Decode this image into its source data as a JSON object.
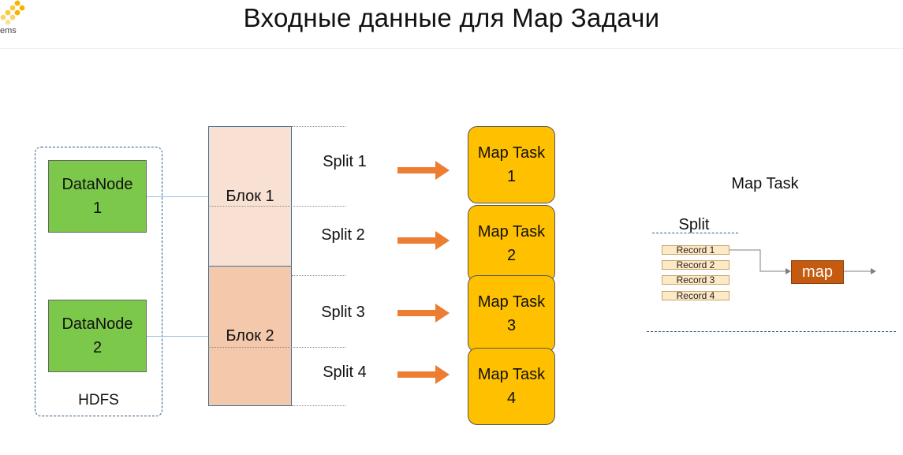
{
  "header": {
    "title": "Входные данные для Map Задачи",
    "logo_text": "ems",
    "logo_color": "#f4b400"
  },
  "hdfs": {
    "label": "HDFS",
    "datanodes": [
      {
        "line1": "DataNode",
        "line2": "1"
      },
      {
        "line1": "DataNode",
        "line2": "2"
      }
    ]
  },
  "blocks": [
    {
      "label": "Блок 1"
    },
    {
      "label": "Блок 2"
    }
  ],
  "splits": [
    {
      "label": "Split 1"
    },
    {
      "label": "Split 2"
    },
    {
      "label": "Split 3"
    },
    {
      "label": "Split 4"
    }
  ],
  "map_tasks": [
    {
      "line1": "Map Task",
      "line2": "1"
    },
    {
      "line1": "Map Task",
      "line2": "2"
    },
    {
      "line1": "Map Task",
      "line2": "3"
    },
    {
      "line1": "Map Task",
      "line2": "4"
    }
  ],
  "detail": {
    "title": "Map Task",
    "split_label": "Split",
    "records": [
      "Record 1",
      "Record 2",
      "Record 3",
      "Record 4"
    ],
    "map_label": "map"
  },
  "colors": {
    "datanode": "#7cc84a",
    "block1": "#f8e1d2",
    "block2": "#f4c8aa",
    "map_task": "#ffc000",
    "arrow": "#ed7d31",
    "map_box": "#c55a11",
    "dash": "#2f5b83"
  }
}
